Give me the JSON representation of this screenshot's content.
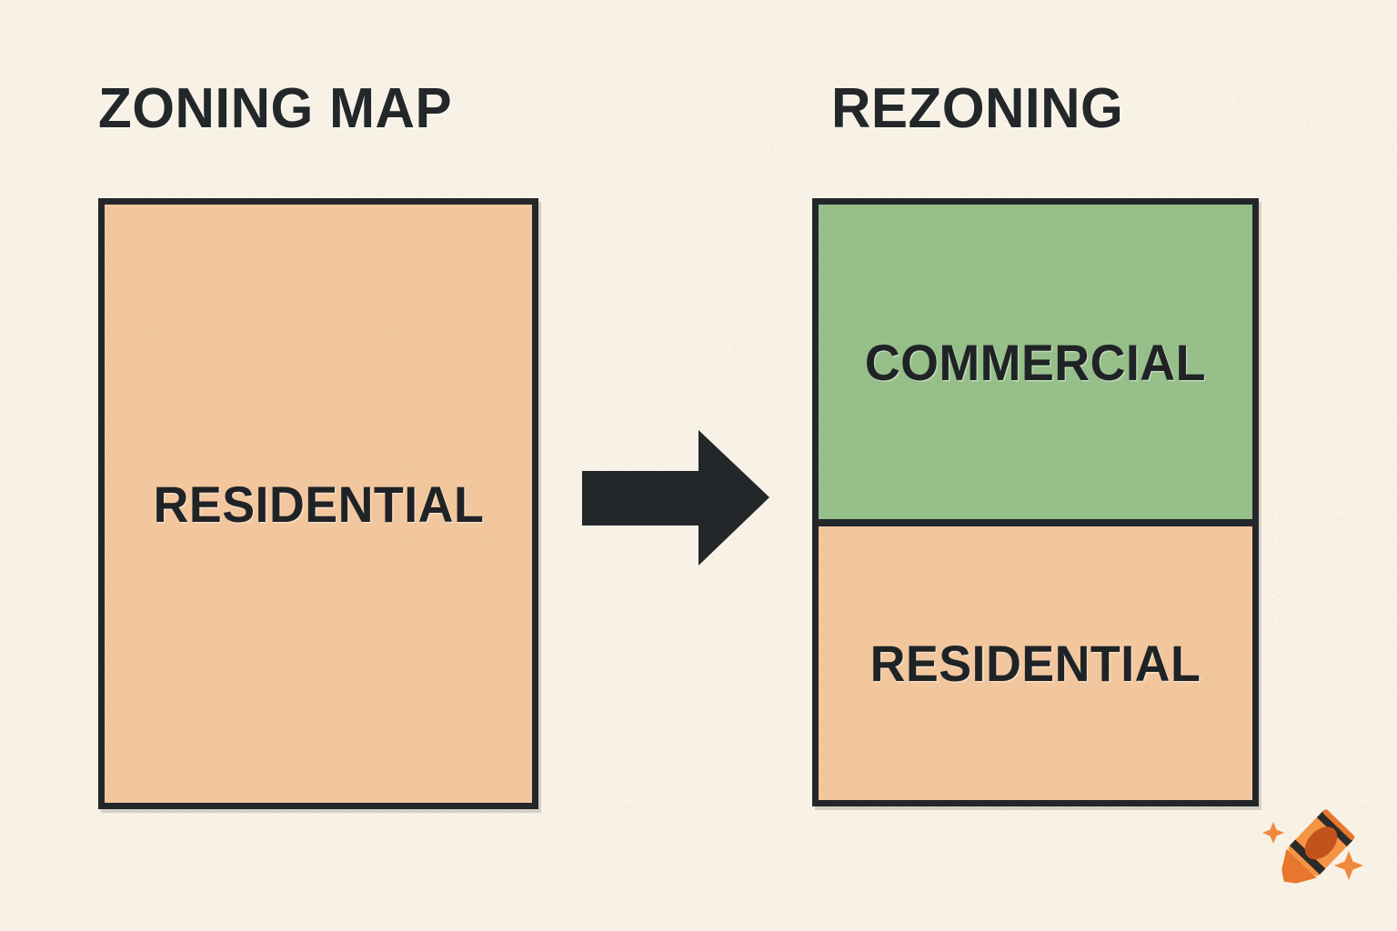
{
  "diagram": {
    "panels": [
      {
        "id": "before",
        "title": "ZONING MAP",
        "zones": [
          {
            "name": "RESIDENTIAL",
            "color": "#f2c79e"
          }
        ]
      },
      {
        "id": "after",
        "title": "REZONING",
        "zones": [
          {
            "name": "COMMERCIAL",
            "color": "#96bf8a"
          },
          {
            "name": "RESIDENTIAL",
            "color": "#f2c79e"
          }
        ]
      }
    ],
    "connector": {
      "icon": "right-arrow-icon",
      "color": "#23272a"
    },
    "colors": {
      "background": "#f8f1e5",
      "outline": "#23272a",
      "residential": "#f2c79e",
      "commercial": "#96bf8a",
      "crayon_orange": "#e8762d",
      "crayon_light": "#f49445",
      "crayon_dark": "#c4521c"
    }
  },
  "branding": {
    "watermark_icon": "crayon-icon",
    "sparkle_icon": "sparkle-icon"
  }
}
